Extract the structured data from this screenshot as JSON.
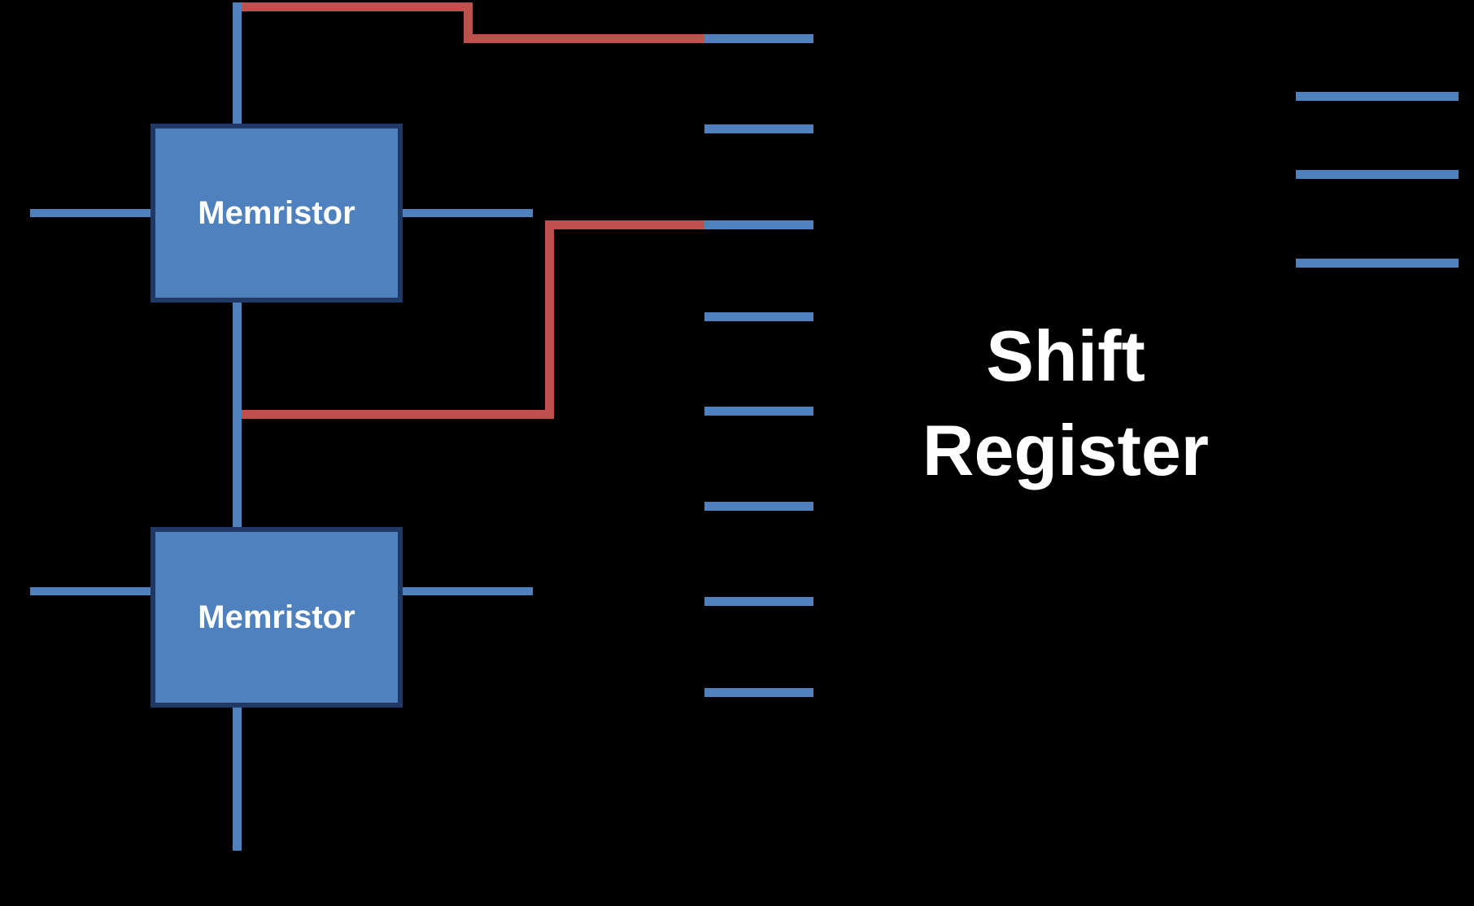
{
  "diagram": {
    "title_text": "Shift Register",
    "background_color": "#000000",
    "block_fill_color": "#4E81BD",
    "block_border_color": "#1F3864",
    "wire_color": "#4E81BD",
    "highlight_wire_color": "#C0504D",
    "label_color": "#FFFFFF",
    "blocks": [
      {
        "id": "memristor-top",
        "label": "Memristor"
      },
      {
        "id": "memristor-bottom",
        "label": "Memristor"
      }
    ],
    "shift_register": {
      "line1": "Shift",
      "line2": "Register",
      "left_port_count": 8,
      "right_port_count": 3
    },
    "highlight_paths": [
      {
        "id": "red-path-top",
        "from": "memristor-top-top-terminal",
        "to": "shift-register-port-1"
      },
      {
        "id": "red-path-middle",
        "from": "memristor-top-bottom-terminal",
        "to": "shift-register-port-3"
      }
    ]
  }
}
